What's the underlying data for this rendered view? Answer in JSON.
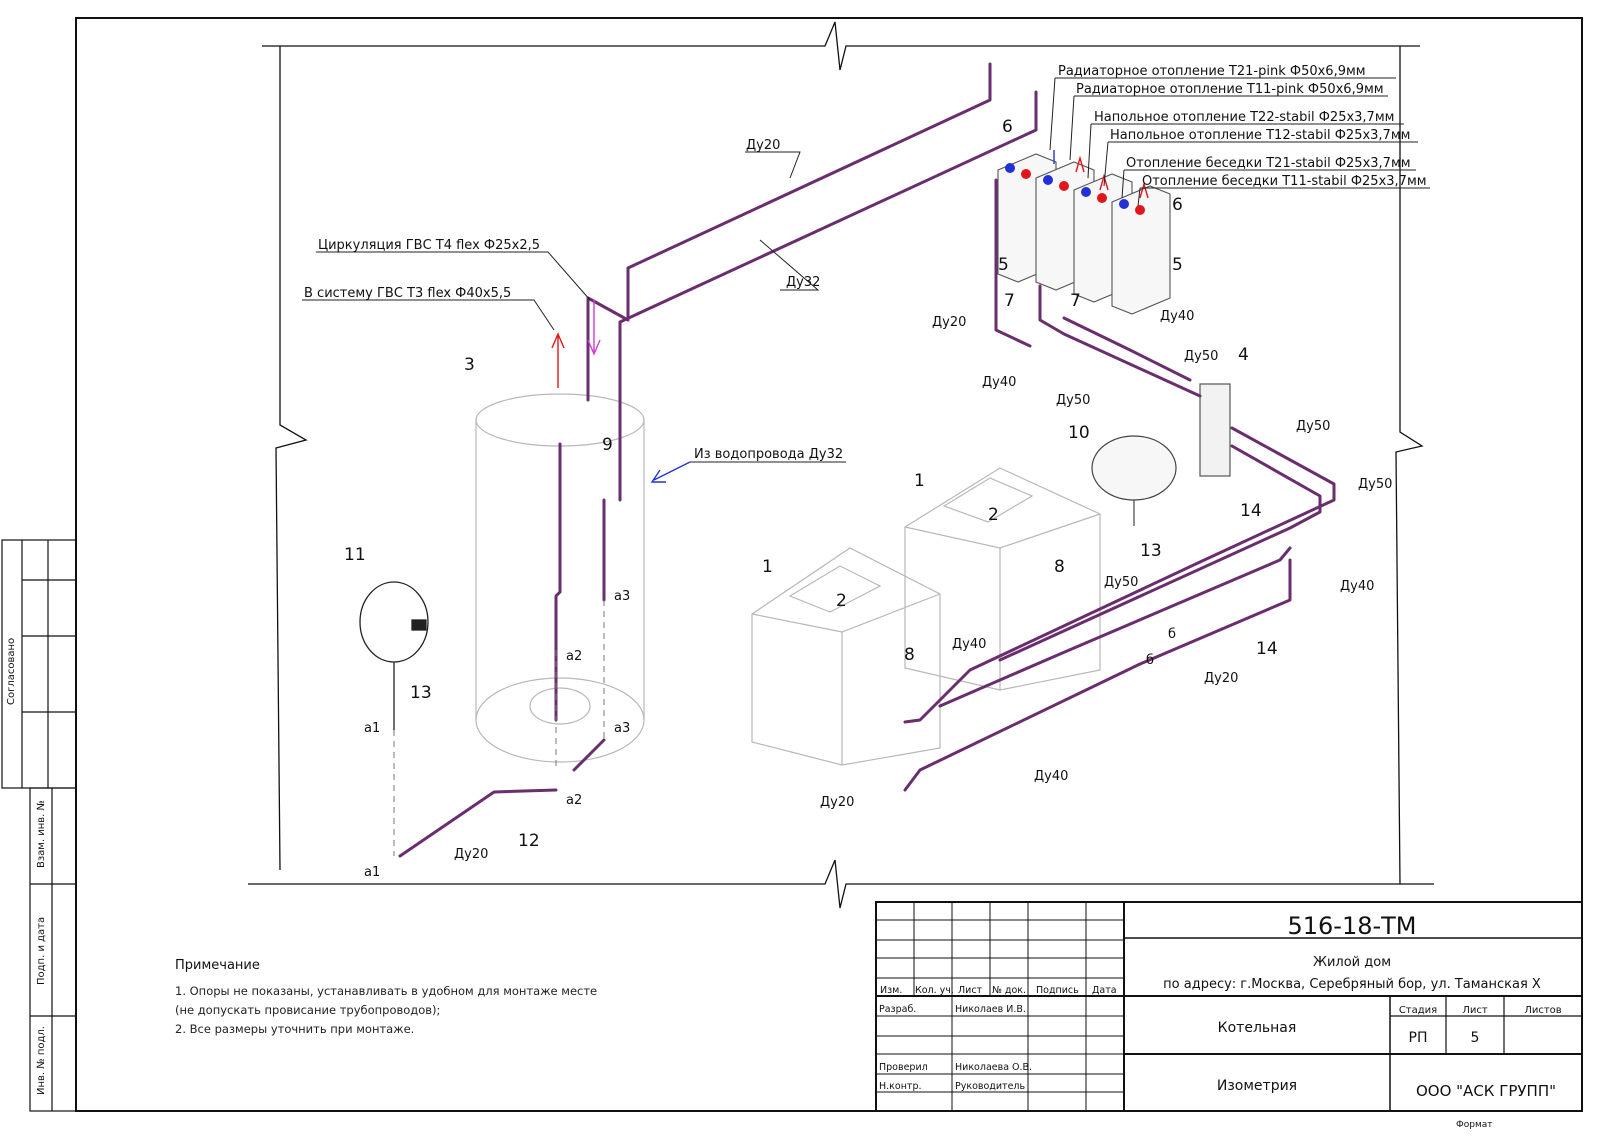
{
  "colors": {
    "pipe": "#6a2d6e",
    "pipe_light": "#c9a9cc",
    "equipment": "#b8b8b8",
    "frame": "#111111",
    "hot_arrow": "#e0161b",
    "cold_arrow": "#2231d6",
    "pink_arrow": "#d23ad0"
  },
  "labels": {
    "rad_t21": "Радиаторное отопление Т21-pink Ф50х6,9мм",
    "rad_t11": "Радиаторное отопление Т11-pink Ф50х6,9мм",
    "floor_t22": "Напольное отопление Т22-stabil Ф25х3,7мм",
    "floor_t12": "Напольное отопление Т12-stabil Ф25х3,7мм",
    "gaz_t21": "Отопление беседки Т21-stabil Ф25х3,7мм",
    "gaz_t11": "Отопление беседки Т11-stabil Ф25х3,7мм",
    "circ": "Циркуляция ГВС Т4 flex Ф25х2,5",
    "dhw": "В систему ГВС Т3 flex Ф40х5,5",
    "water": "Из водопровода Ду32"
  },
  "dims": {
    "du20_top": "Ду20",
    "du32": "Ду32",
    "du20_left": "Ду20",
    "du40_a": "Ду40",
    "du40_b": "Ду40",
    "du50_a": "Ду50",
    "du50_b": "Ду50",
    "du50_c": "Ду50",
    "du50_d": "Ду50",
    "du50_e": "Ду50",
    "du40_c": "Ду40",
    "du40_d": "Ду40",
    "du20_mid": "Ду20",
    "du40_e": "Ду40",
    "du20_bot": "Ду20",
    "du20_tank": "Ду20"
  },
  "marks": {
    "m1a": "1",
    "m1b": "1",
    "m2a": "2",
    "m2b": "2",
    "m3": "3",
    "m4": "4",
    "m5a": "5",
    "m5b": "5",
    "m6a": "6",
    "m6b": "6",
    "m7a": "7",
    "m7b": "7",
    "m8a": "8",
    "m8b": "8",
    "m9": "9",
    "m10": "10",
    "m11": "11",
    "m12": "12",
    "m13a": "13",
    "m13b": "13",
    "m14a": "14",
    "m14b": "14",
    "a1a": "а1",
    "a1b": "а1",
    "a2a": "а2",
    "a2b": "а2",
    "a3a": "а3",
    "a3b": "а3",
    "b1": "б",
    "b2": "б"
  },
  "notes": {
    "title": "Примечание",
    "line1": "1. Опоры не показаны, устанавливать в удобном для монтаже месте",
    "line2": "(не допускать провисание трубопроводов);",
    "line3": "2. Все размеры уточнить при монтаже."
  },
  "side": {
    "agreed": "Согласовано",
    "vzam": "Взам. инв. №",
    "podp": "Подп. и дата",
    "inv": "Инв. № подл."
  },
  "stamp": {
    "code": "516-18-ТМ",
    "obj1": "Жилой дом",
    "obj2": "по адресу: г.Москва, Серебряный бор, ул. Таманская Х",
    "cols": {
      "izm": "Изм.",
      "kol": "Кол. уч.",
      "list": "Лист",
      "ndok": "№ док.",
      "podp": "Подпись",
      "date": "Дата"
    },
    "razrab": "Разраб.",
    "razrab_name": "Николаев И.В.",
    "prov": "Проверил",
    "prov_name": "Николаева О.В.",
    "nkontr": "Н.контр.",
    "nkontr_name": "Руководитель",
    "section": "Котельная",
    "sheet_title": "Изометрия",
    "stage_h": "Стадия",
    "list_h": "Лист",
    "listov_h": "Листов",
    "stage": "РП",
    "list_no": "5",
    "company": "ООО \"АСК ГРУПП\"",
    "format": "Формат"
  }
}
